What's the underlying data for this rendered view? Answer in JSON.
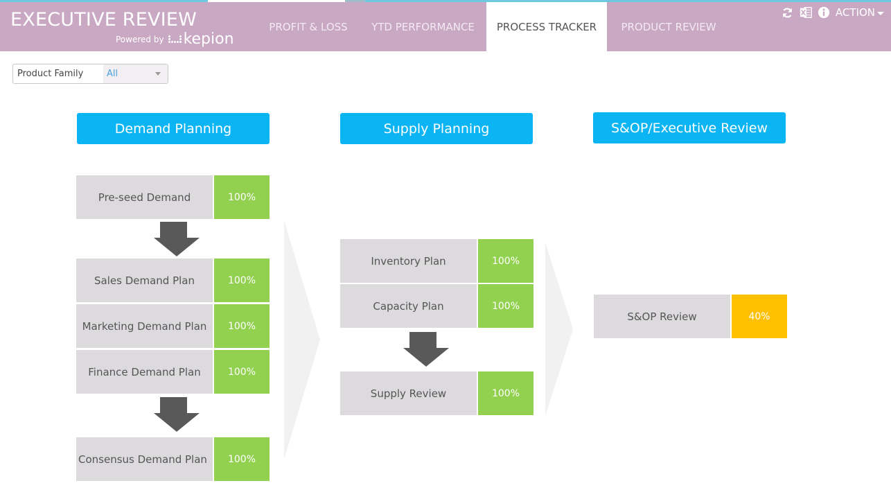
{
  "header": {
    "app_title": "EXECUTIVE REVIEW",
    "powered_by": "Powered by",
    "brand": "kepion",
    "tabs": [
      {
        "label": "PROFIT & LOSS",
        "active": false
      },
      {
        "label": "YTD PERFORMANCE",
        "active": false
      },
      {
        "label": "PROCESS TRACKER",
        "active": true
      },
      {
        "label": "PRODUCT REVIEW",
        "active": false
      }
    ],
    "icons": [
      "refresh-icon",
      "excel-icon",
      "info-icon"
    ],
    "action_label": "ACTION"
  },
  "filter": {
    "label": "Product Family",
    "value": "All"
  },
  "colors": {
    "header_bg": "#c9a8c4",
    "stage_header": "#0bb4f3",
    "complete": "#92d050",
    "in_progress": "#ffc000",
    "step_bg": "#dcdadd",
    "arrow": "#595959"
  },
  "stages": [
    {
      "title": "Demand Planning",
      "steps": [
        {
          "name": "Pre-seed Demand",
          "percent": "100%",
          "status": "complete"
        },
        {
          "name": "Sales Demand Plan",
          "percent": "100%",
          "status": "complete"
        },
        {
          "name": "Marketing Demand Plan",
          "percent": "100%",
          "status": "complete"
        },
        {
          "name": "Finance Demand Plan",
          "percent": "100%",
          "status": "complete"
        },
        {
          "name": "Consensus Demand Plan",
          "percent": "100%",
          "status": "complete"
        }
      ]
    },
    {
      "title": "Supply Planning",
      "steps": [
        {
          "name": "Inventory Plan",
          "percent": "100%",
          "status": "complete"
        },
        {
          "name": "Capacity Plan",
          "percent": "100%",
          "status": "complete"
        },
        {
          "name": "Supply Review",
          "percent": "100%",
          "status": "complete"
        }
      ]
    },
    {
      "title": "S&OP/Executive Review",
      "steps": [
        {
          "name": "S&OP Review",
          "percent": "40%",
          "status": "in_progress"
        }
      ]
    }
  ]
}
